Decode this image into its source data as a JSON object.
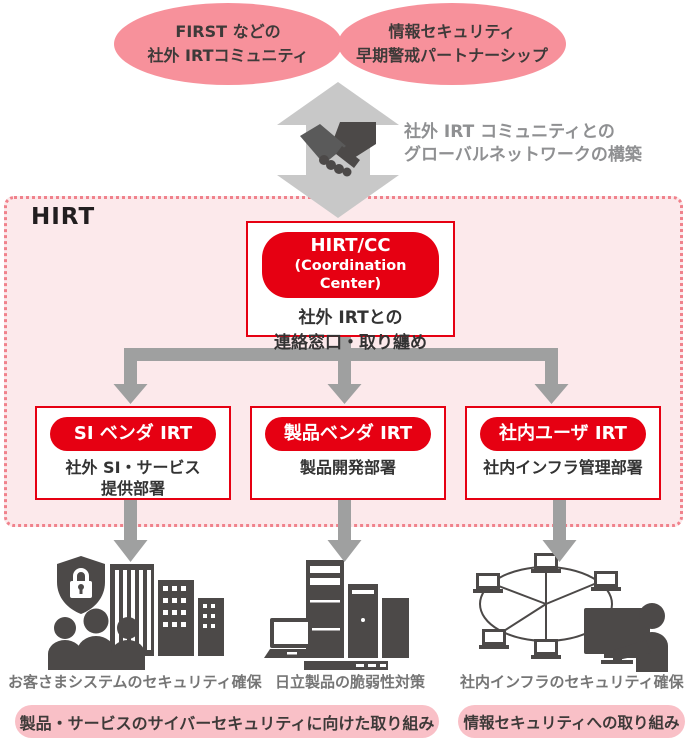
{
  "diagram_title": "HIRT",
  "top": {
    "ellipse_left": {
      "line1": "FIRST などの",
      "line2": "社外 IRTコミュニティ"
    },
    "ellipse_right": {
      "line1": "情報セキュリティ",
      "line2": "早期警戒パートナーシップ"
    },
    "exchange_note": {
      "line1": "社外 IRT コミュニティとの",
      "line2": "グローバルネットワークの構築"
    }
  },
  "hirt": {
    "label": "HIRT",
    "coordination_center": {
      "title_line1": "HIRT/CC",
      "title_line2": "(Coordination Center)",
      "desc_line1": "社外 IRTとの",
      "desc_line2": "連絡窓口・取り纏め"
    },
    "teams": [
      {
        "name": "SI ベンダ IRT",
        "desc_line1": "社外 SI・サービス",
        "desc_line2": "提供部署"
      },
      {
        "name": "製品ベンダ IRT",
        "desc_line1": "製品開発部署",
        "desc_line2": ""
      },
      {
        "name": "社内ユーザ IRT",
        "desc_line1": "社内インフラ管理部署",
        "desc_line2": ""
      }
    ]
  },
  "outcomes": [
    {
      "icon": "customer-system-security-icon",
      "caption": "お客さまシステムのセキュリティ確保"
    },
    {
      "icon": "product-vulnerability-icon",
      "caption": "日立製品の脆弱性対策"
    },
    {
      "icon": "internal-infra-security-icon",
      "caption": "社内インフラのセキュリティ確保"
    }
  ],
  "footers": [
    {
      "label": "製品・サービスのサイバーセキュリティに向けた取り組み"
    },
    {
      "label": "情報セキュリティへの取り組み"
    }
  ],
  "icons": {
    "exchange": "handshake-icon",
    "arrow_shape": "up-down-arrow-icon",
    "group1": [
      "shield-lock-icon",
      "buildings-icon",
      "people-icon"
    ],
    "group2": [
      "laptop-icon",
      "server-towers-icon"
    ],
    "group3": [
      "network-ring-icon",
      "monitor-icon",
      "operator-icon"
    ]
  },
  "colors": {
    "brand_red": "#E60012",
    "ellipse_pink": "#F7919B",
    "hirt_background": "#FCE9EB",
    "hirt_border": "#F0828C",
    "footer_pink": "#F9C0C7",
    "arrow_gray": "#9FA0A0",
    "exchange_gray": "#C8C8C8",
    "icon_gray": "#4C4948",
    "caption_gray": "#767676",
    "dark_text": "#3E3A39"
  }
}
